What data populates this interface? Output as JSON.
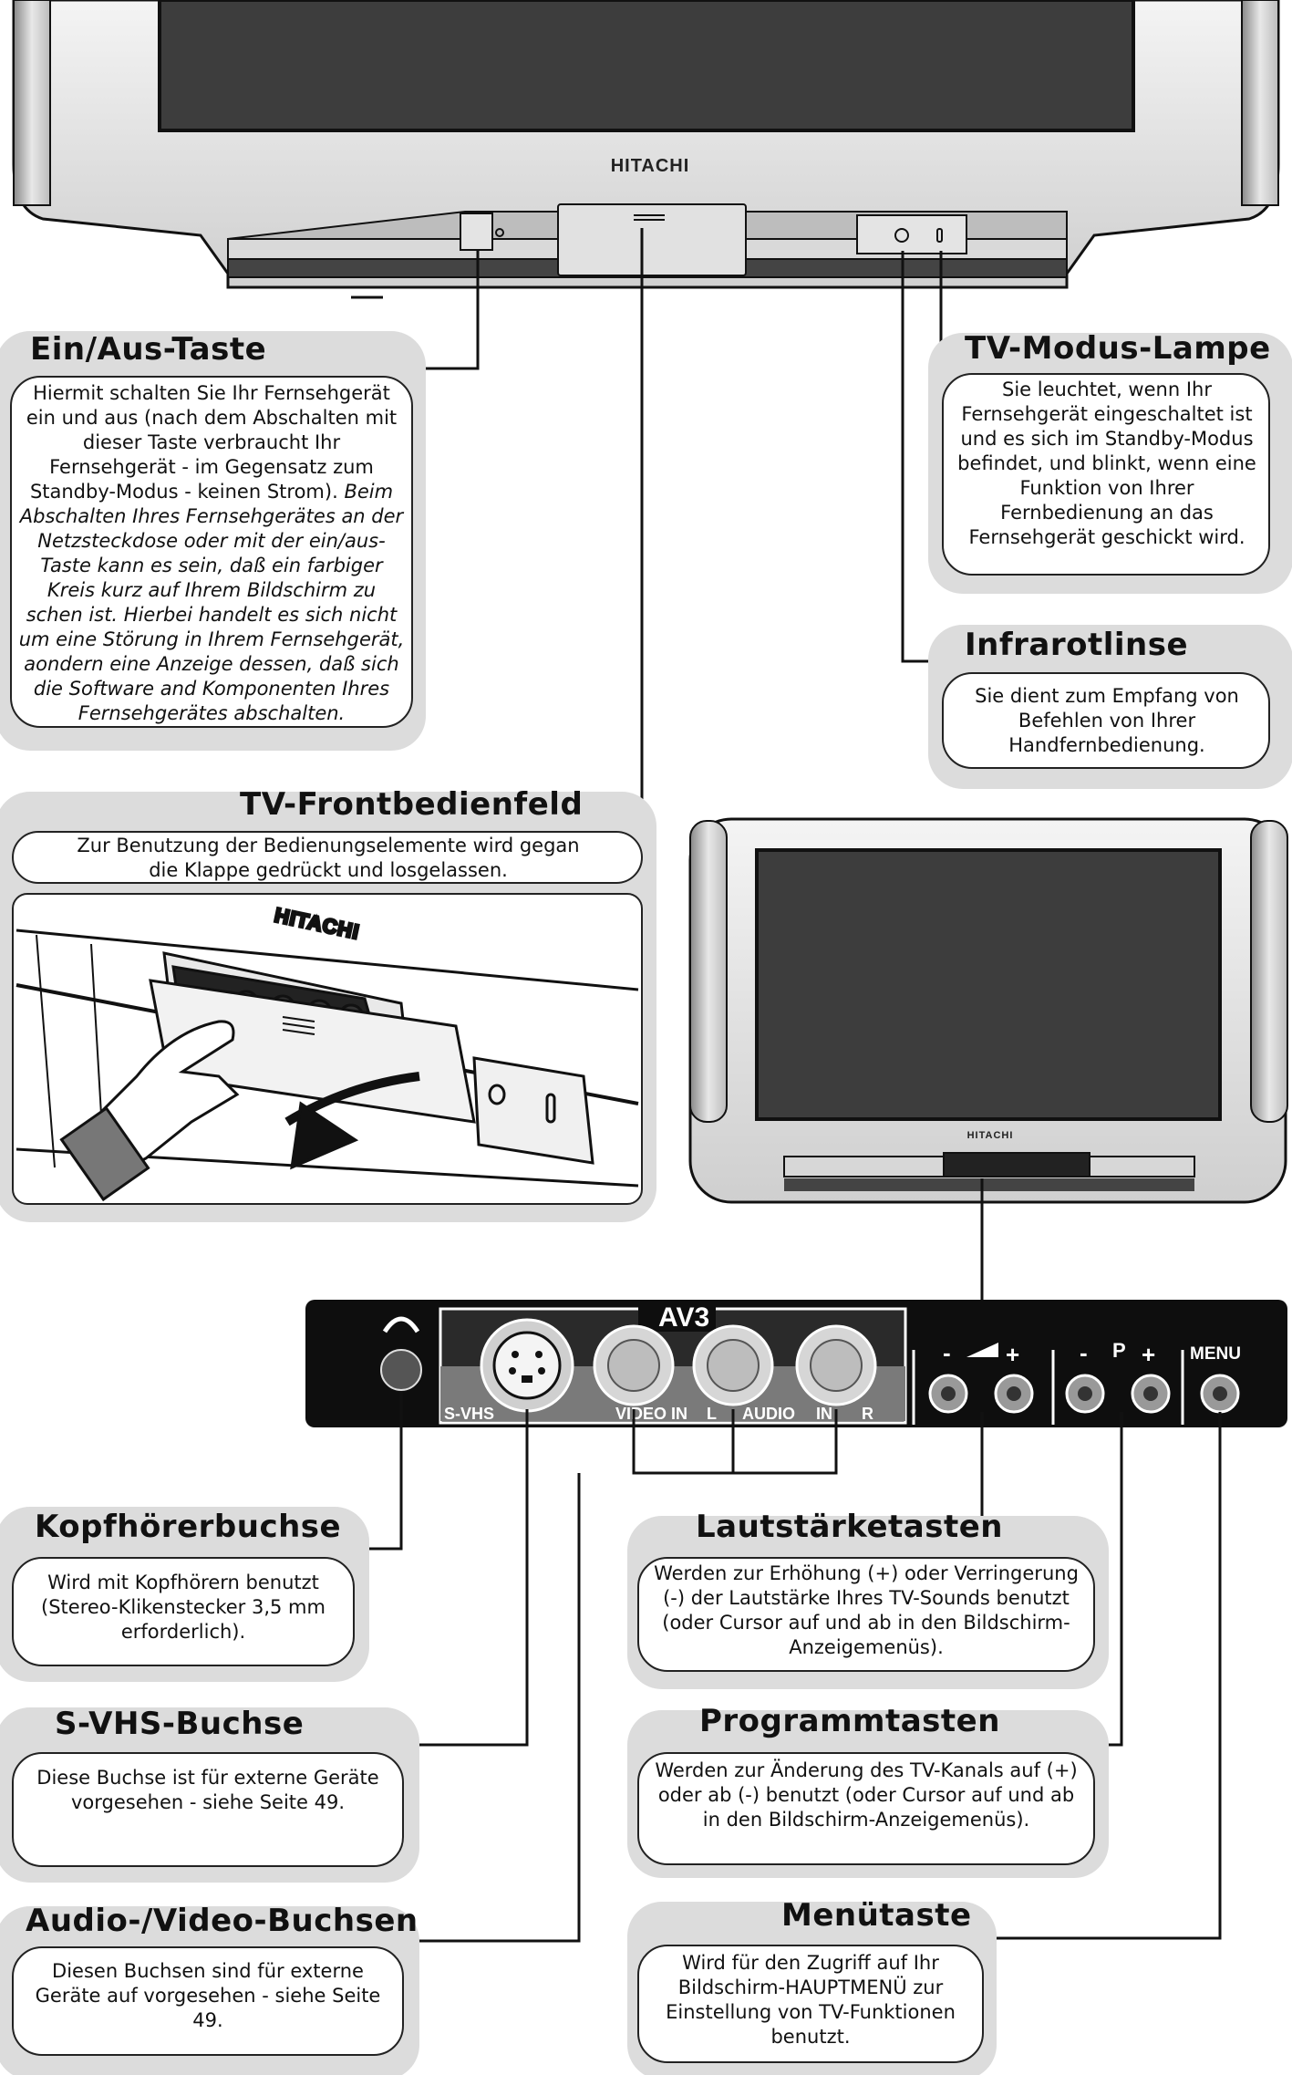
{
  "brand": "HITACHI",
  "sections": {
    "power": {
      "title": "Ein/Aus-Taste",
      "text_normal": "Hiermit schalten Sie Ihr Fernsehgerät ein und aus (nach dem Abschalten mit dieser Taste verbraucht Ihr Fernsehgerät - im Gegensatz zum Standby-Modus - keinen Strom).",
      "text_italic": "Beim Abschalten Ihres Fernsehgerätes an der Netzsteckdose oder mit der ein/aus-Taste kann es sein, daß ein farbiger Kreis kurz auf Ihrem Bildschirm zu schen ist. Hierbei handelt es sich nicht um eine Störung in Ihrem Fernsehgerät, aondern eine Anzeige dessen, daß sich die Software and Komponenten Ihres Fernsehgerätes abschalten."
    },
    "tv_mode_lamp": {
      "title": "TV-Modus-Lampe",
      "text": "Sie leuchtet, wenn Ihr Fernsehgerät eingeschaltet ist und es sich im Standby-Modus befindet, und blinkt, wenn eine Funktion von Ihrer Fernbedienung an das Fernsehgerät geschickt wird."
    },
    "infrared": {
      "title": "Infrarotlinse",
      "text": "Sie dient zum Empfang von Befehlen von Ihrer Handfernbedienung."
    },
    "front_panel": {
      "title": "TV-Frontbedienfeld",
      "text": "Zur Benutzung der Bedienungselemente wird gegan die Klappe gedrückt und losgelassen."
    },
    "headphone": {
      "title": "Kopfhörerbuchse",
      "text": "Wird mit Kopfhörern benutzt (Stereo-Klikenstecker 3,5 mm erforderlich)."
    },
    "volume": {
      "title": "Lautstärketasten",
      "text": "Werden zur Erhöhung (+) oder Verringerung (-) der Lautstärke Ihres TV-Sounds benutzt (oder Cursor auf und ab in den Bildschirm-Anzeigemenüs)."
    },
    "svhs": {
      "title": "S-VHS-Buchse",
      "text": "Diese Buchse ist für externe Geräte vorgesehen - siehe Seite 49."
    },
    "program": {
      "title": "Programmtasten",
      "text": "Werden zur Änderung des TV-Kanals auf (+) oder ab (-) benutzt (oder Cursor auf und ab in den Bildschirm-Anzeigemenüs)."
    },
    "av": {
      "title": "Audio-/Video-Buchsen",
      "text": "Diesen Buchsen sind für externe Geräte auf vorgesehen - siehe Seite 49."
    },
    "menu": {
      "title": "Menütaste",
      "text": "Wird für den Zugriff auf Ihr Bildschirm-HAUPTMENÜ zur Einstellung von TV-Funktionen benutzt."
    }
  },
  "panel": {
    "av3": "AV3",
    "svhs": "S-VHS",
    "video_in": "VIDEO IN",
    "l": "L",
    "audio": "AUDIO",
    "in": "IN",
    "r": "R",
    "vol_minus": "-",
    "vol_plus": "+",
    "p_minus": "-",
    "p": "P",
    "p_plus": "+",
    "menu": "MENU"
  }
}
